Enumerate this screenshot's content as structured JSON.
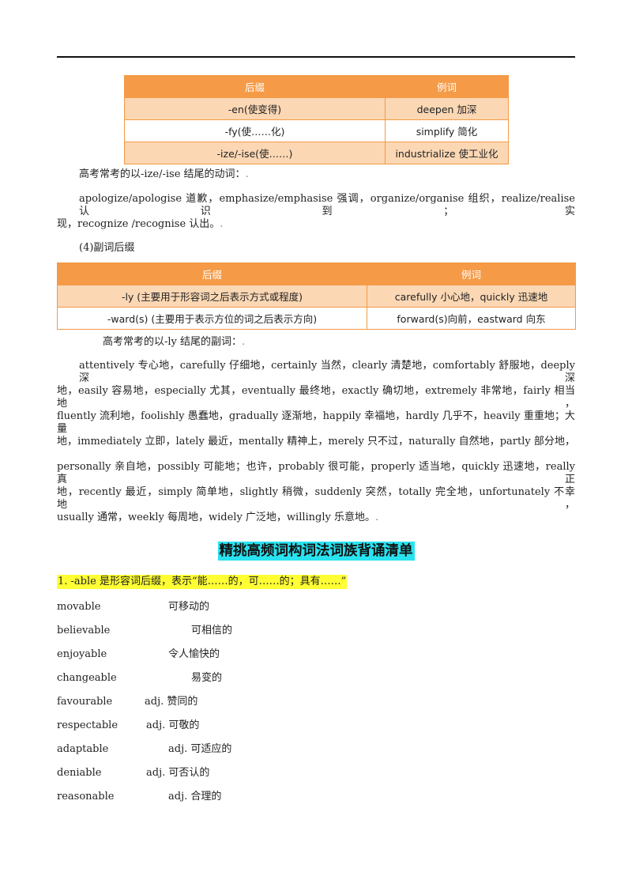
{
  "table1": {
    "headers": [
      "后缀",
      "例词"
    ],
    "rows": [
      [
        "-en(使变得)",
        "deepen 加深"
      ],
      [
        "-fy(使……化)",
        "simplify 简化"
      ],
      [
        "-ize/-ise(使……)",
        "industrialize 使工业化"
      ]
    ]
  },
  "verb_intro": "高考常考的以-ize/-ise 结尾的动词：",
  "verb_line1": "apologize/apologise 道歉，emphasize/emphasise 强调，organize/organise 组织，realize/realise 认识到；实",
  "verb_line2": "现，recognize  /recognise 认出。",
  "adverb_section": "(4)副词后缀",
  "table2": {
    "headers": [
      "后缀",
      "例词"
    ],
    "rows": [
      [
        "-ly (主要用于形容词之后表示方式或程度)",
        "carefully 小心地，quickly 迅速地"
      ],
      [
        "-ward(s) (主要用于表示方位的词之后表示方向)",
        "forward(s)向前，eastward 向东"
      ]
    ]
  },
  "adverb_intro": "高考常考的以-ly 结尾的副词：",
  "adverb_lines": [
    "attentively 专心地，carefully 仔细地，certainly 当然，clearly 清楚地，comfortably 舒服地，deeply 深深",
    "地，easily 容易地，especially 尤其，eventually 最终地，exactly 确切地，extremely 非常地，fairly 相当地，",
    "fluently 流利地，foolishly 愚蠢地，gradually 逐渐地，happily 幸福地，hardly 几乎不，heavily 重重地；大量",
    "地，immediately 立即，lately 最近，mentally 精神上，merely 只不过，naturally 自然地，partly 部分地，",
    "personally 亲自地，possibly 可能地；也许，probably 很可能，properly 适当地，quickly 迅速地，really 真正",
    "地，recently 最近，simply 简单地，slightly 稍微，suddenly 突然，totally 完全地，unfortunately 不幸地，",
    "usually 通常，weekly 每周地，widely 广泛地，willingly 乐意地。"
  ],
  "section_title": "精挑高频词构词法词族背诵清单",
  "able_heading": "1. -able 是形容词后缀，表示“能……的，可……的；具有……”",
  "words": [
    {
      "word": "movable",
      "meaning": "可移动的"
    },
    {
      "word": "believable",
      "meaning": "可相信的"
    },
    {
      "word": "enjoyable",
      "meaning": "令人愉快的"
    },
    {
      "word": "changeable",
      "meaning": "易变的"
    },
    {
      "word": "favourable",
      "meaning": "adj.  赞同的"
    },
    {
      "word": "respectable",
      "meaning": "adj.  可敬的"
    },
    {
      "word": "adaptable",
      "meaning": "adj.  可适应的"
    },
    {
      "word": "deniable",
      "meaning": "adj.  可否认的"
    },
    {
      "word": "reasonable",
      "meaning": "adj.  合理的"
    }
  ]
}
